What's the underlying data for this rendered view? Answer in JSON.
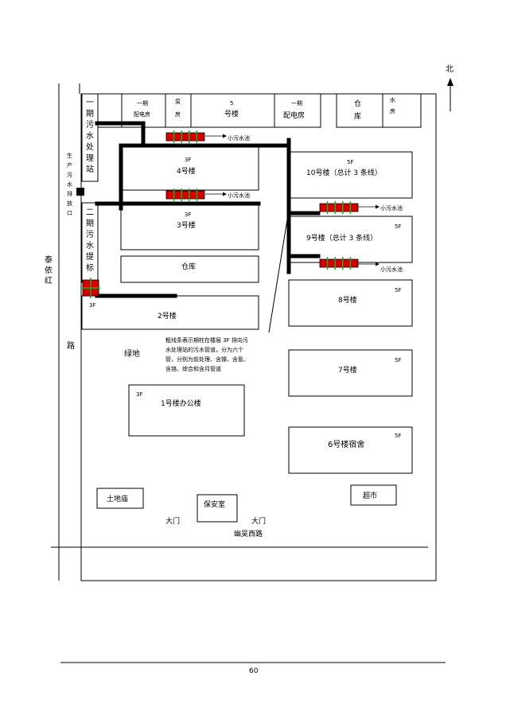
{
  "north_label": "北",
  "road_west": "泰依",
  "road_west_end": "路",
  "road_west_2": "红",
  "road_south": "幽吴西路",
  "outfall_label": [
    "生",
    "产",
    "污",
    "水",
    "排",
    "放",
    "口"
  ],
  "wwtp_1": [
    "一",
    "期",
    "污",
    "水",
    "处",
    "理",
    "站"
  ],
  "lift_2": [
    "二",
    "期",
    "污",
    "水",
    "提",
    "标"
  ],
  "top_row": {
    "power_room": [
      "一期",
      "配电房"
    ],
    "pump_room": [
      "泵",
      "房"
    ],
    "bldg5": [
      "5",
      "号楼"
    ],
    "phase1_power": [
      "一期",
      "配电房"
    ],
    "warehouse_top": [
      "仓",
      "库"
    ],
    "water_room": [
      "水",
      "房"
    ]
  },
  "buildings": {
    "b4": {
      "floors": "3F",
      "name": "4号楼"
    },
    "b3": {
      "floors": "3F",
      "name": "3号楼"
    },
    "warehouse": {
      "name": "仓库"
    },
    "b2": {
      "floors": "3F",
      "name": "2号楼"
    },
    "b10": {
      "floors": "5F",
      "name": "10号楼（总计 3 条线）"
    },
    "b9": {
      "floors": "5F",
      "name": "9号楼（总计 3 条线）"
    },
    "b8": {
      "floors": "5F",
      "name": "8号楼"
    },
    "b7": {
      "floors": "5F",
      "name": "7号楼"
    },
    "b1": {
      "floors": "3F",
      "name": "1号楼办公楼"
    },
    "b6": {
      "floors": "5F",
      "name": "6号楼宿舍"
    }
  },
  "small_pool": "小污水池",
  "green_space": "绿地",
  "annotation": [
    "粗线条表示期柱在楼层 3F 排向污",
    "水处理站的污水管道，分为六个",
    "管，分别为前处理、含镍、含氰、",
    "含铬、综合和含月管道"
  ],
  "substation": "土地庙",
  "guard_room": "保安室",
  "supermarket": "超市",
  "gate_left": "大门",
  "gate_right": "大门",
  "page_number": "60",
  "colors": {
    "pool_fill": "#d40000",
    "pool_divider": "#22aa22",
    "line": "#000000"
  }
}
